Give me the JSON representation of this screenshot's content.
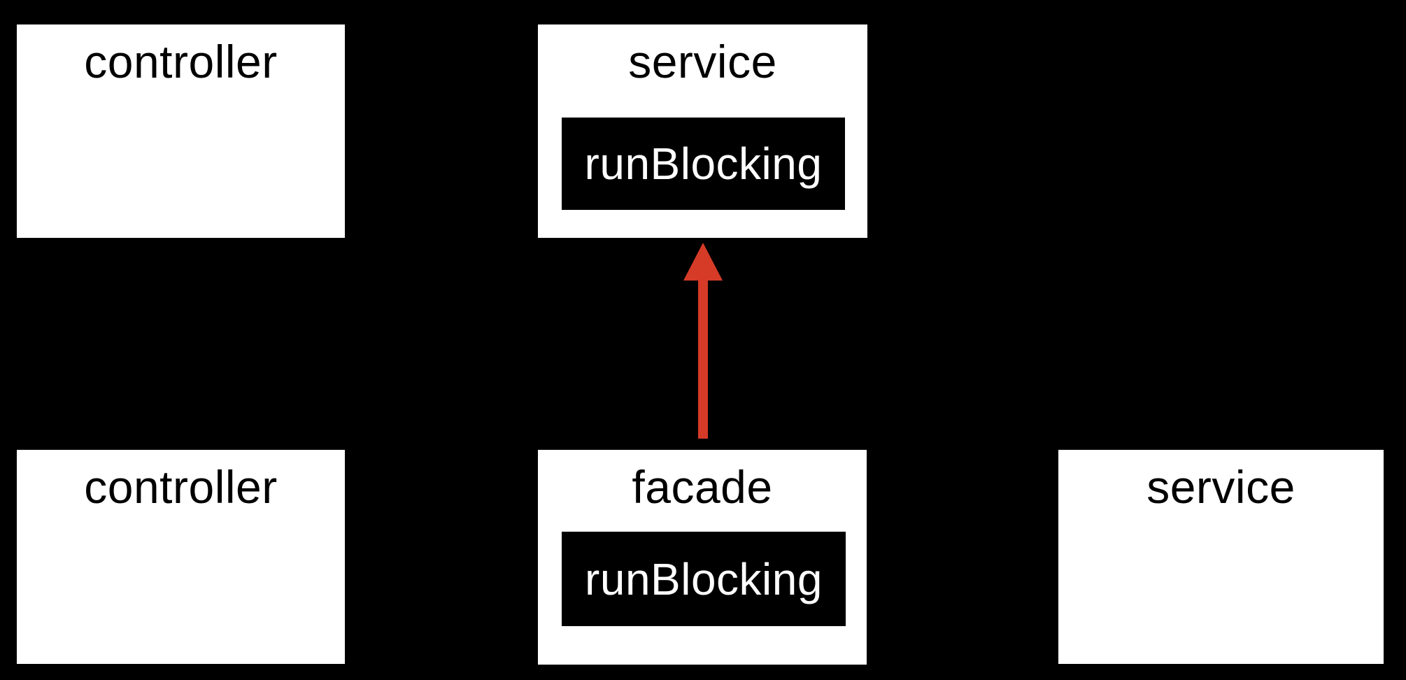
{
  "diagram": {
    "background_color": "#000000",
    "node_fill_color": "#ffffff",
    "node_text_color": "#000000",
    "inner_box_fill_color": "#000000",
    "inner_box_text_color": "#ffffff",
    "arrow_color": "#d63b28",
    "nodes": {
      "controller_top": {
        "label": "controller"
      },
      "service_top": {
        "label": "service",
        "inner_label": "runBlocking"
      },
      "controller_bottom": {
        "label": "controller"
      },
      "facade": {
        "label": "facade",
        "inner_label": "runBlocking"
      },
      "service_bottom": {
        "label": "service"
      }
    },
    "arrow": {
      "from": "facade",
      "to": "service_top",
      "direction": "up"
    }
  }
}
